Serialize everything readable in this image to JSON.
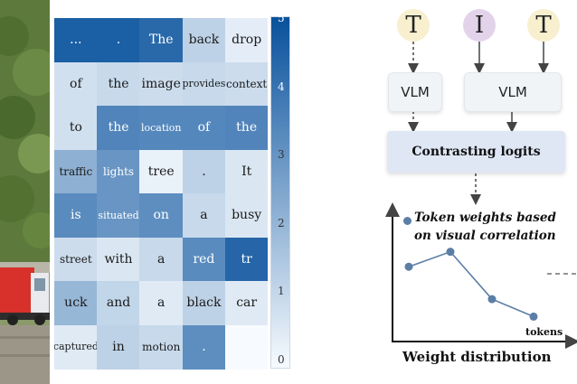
{
  "heatmap": {
    "cells": [
      {
        "text": "...",
        "value": 4.6
      },
      {
        "text": ".",
        "value": 4.6
      },
      {
        "text": "The",
        "value": 4.3
      },
      {
        "text": "back",
        "value": 1.2
      },
      {
        "text": "drop",
        "value": 0.4
      },
      {
        "text": "of",
        "value": 0.8
      },
      {
        "text": "the",
        "value": 1.0
      },
      {
        "text": "image",
        "value": 0.9
      },
      {
        "text": "provides",
        "value": 1.0
      },
      {
        "text": "context",
        "value": 0.9
      },
      {
        "text": "to",
        "value": 0.8
      },
      {
        "text": "the",
        "value": 3.5
      },
      {
        "text": "location",
        "value": 3.4
      },
      {
        "text": "of",
        "value": 3.4
      },
      {
        "text": "the",
        "value": 3.5
      },
      {
        "text": "traffic",
        "value": 2.2
      },
      {
        "text": "lights",
        "value": 3.0
      },
      {
        "text": "tree",
        "value": 0.3
      },
      {
        "text": ".",
        "value": 1.2
      },
      {
        "text": "It",
        "value": 0.6
      },
      {
        "text": "is",
        "value": 3.3
      },
      {
        "text": "situated",
        "value": 3.0
      },
      {
        "text": "on",
        "value": 3.2
      },
      {
        "text": "a",
        "value": 1.0
      },
      {
        "text": "busy",
        "value": 0.6
      },
      {
        "text": "street",
        "value": 0.9
      },
      {
        "text": "with",
        "value": 0.6
      },
      {
        "text": "a",
        "value": 1.0
      },
      {
        "text": "red",
        "value": 3.3
      },
      {
        "text": "tr",
        "value": 4.4
      },
      {
        "text": "uck",
        "value": 2.0
      },
      {
        "text": "and",
        "value": 1.1
      },
      {
        "text": "a",
        "value": 0.5
      },
      {
        "text": "black",
        "value": 1.2
      },
      {
        "text": "car",
        "value": 0.5
      },
      {
        "text": "captured",
        "value": 0.5
      },
      {
        "text": "in",
        "value": 1.2
      },
      {
        "text": "motion",
        "value": 1.0
      },
      {
        "text": ".",
        "value": 3.2
      },
      {
        "text": "",
        "value": 0.0
      }
    ],
    "colorbar_ticks": [
      "5",
      "4",
      "3",
      "2",
      "1",
      "0"
    ],
    "color_low": "#f7fbff",
    "color_high": "#08519c"
  },
  "diagram": {
    "inputs": [
      {
        "letter": "T",
        "color": "#f7efce"
      },
      {
        "letter": "I",
        "color": "#e3d3ea"
      },
      {
        "letter": "T",
        "color": "#f7efce"
      }
    ],
    "vlm_left": "VLM",
    "vlm_right": "VLM",
    "contrast_label": "Contrasting logits",
    "plot": {
      "title_line1": "Token weights based",
      "title_line2": "on visual correlation",
      "xlabel": "Weight distribution",
      "x_annotation": "tokens",
      "point_color": "#5b7ea6",
      "weights": [
        0.6,
        0.72,
        0.34,
        0.2
      ]
    }
  }
}
